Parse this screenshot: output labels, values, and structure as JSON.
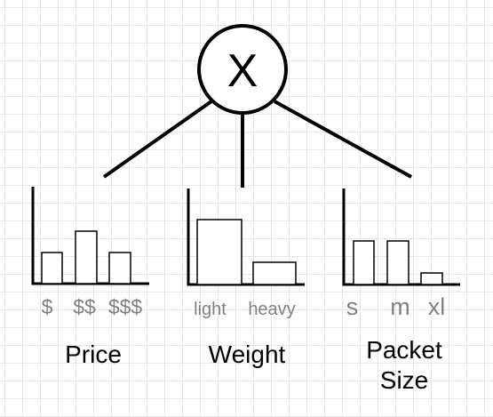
{
  "root": {
    "label": "X"
  },
  "panels": [
    {
      "title": "Price",
      "categories": [
        "$",
        "$$",
        "$$$"
      ],
      "values": [
        2,
        3,
        2
      ]
    },
    {
      "title": "Weight",
      "categories": [
        "light",
        "heavy"
      ],
      "values": [
        4.5,
        1.5
      ]
    },
    {
      "title": "Packet Size",
      "title_lines": [
        "Packet",
        "Size"
      ],
      "categories": [
        "s",
        "m",
        "xl"
      ],
      "values": [
        3,
        3,
        0.7
      ]
    }
  ],
  "colors": {
    "stroke": "#000000",
    "category_text": "#808080",
    "bar_fill": "#ffffff"
  }
}
